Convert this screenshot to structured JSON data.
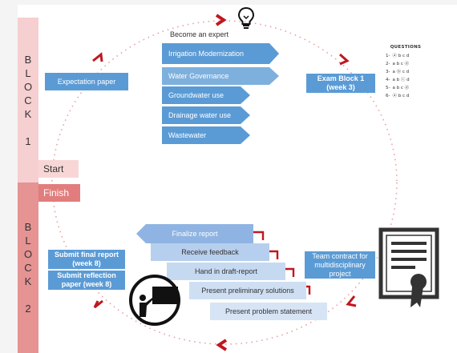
{
  "block1": {
    "letters": [
      "B",
      "L",
      "O",
      "C",
      "K",
      "",
      "1"
    ]
  },
  "block2": {
    "letters": [
      "B",
      "L",
      "O",
      "C",
      "K",
      "",
      "2"
    ]
  },
  "start_label": "Start",
  "finish_label": "Finish",
  "become_expert": "Become an expert",
  "topics": [
    {
      "label": "Irrigation Modernization",
      "color": "#5b9bd5"
    },
    {
      "label": "Water Governance",
      "color": "#6ea6da"
    },
    {
      "label": "Groundwater use",
      "color": "#5b9bd5"
    },
    {
      "label": "Drainage water use",
      "color": "#5b9bd5"
    },
    {
      "label": "Wastewater",
      "color": "#5b9bd5"
    }
  ],
  "expectation_paper": "Expectation paper",
  "exam_block": "Exam Block 1 (week 3)",
  "questions": {
    "title": "QUESTIONS",
    "rows": [
      {
        "num": "1-",
        "opts": "ⓐ b c d"
      },
      {
        "num": "2-",
        "opts": "a b c ⓓ"
      },
      {
        "num": "3-",
        "opts": "a ⓑ c d"
      },
      {
        "num": "4-",
        "opts": "a b ⓒ d"
      },
      {
        "num": "5-",
        "opts": "a b c ⓓ"
      },
      {
        "num": "6-",
        "opts": "ⓐ b c d"
      }
    ]
  },
  "team_contract": "Team contract for multidisciplinary project",
  "steps": {
    "finalize": "Finalize report",
    "receive": "Receive feedback",
    "hand_in": "Hand in draft-report",
    "present_prelim": "Present preliminary solutions",
    "present_problem": "Present problem statement"
  },
  "submit_final": "Submit final report (week 8)",
  "submit_reflection": "Submit reflection paper (week 8)",
  "colors": {
    "accent": "#5b9bd5",
    "arrow": "#c0171f",
    "block1": "#f6cfd0",
    "block2": "#e59393"
  }
}
